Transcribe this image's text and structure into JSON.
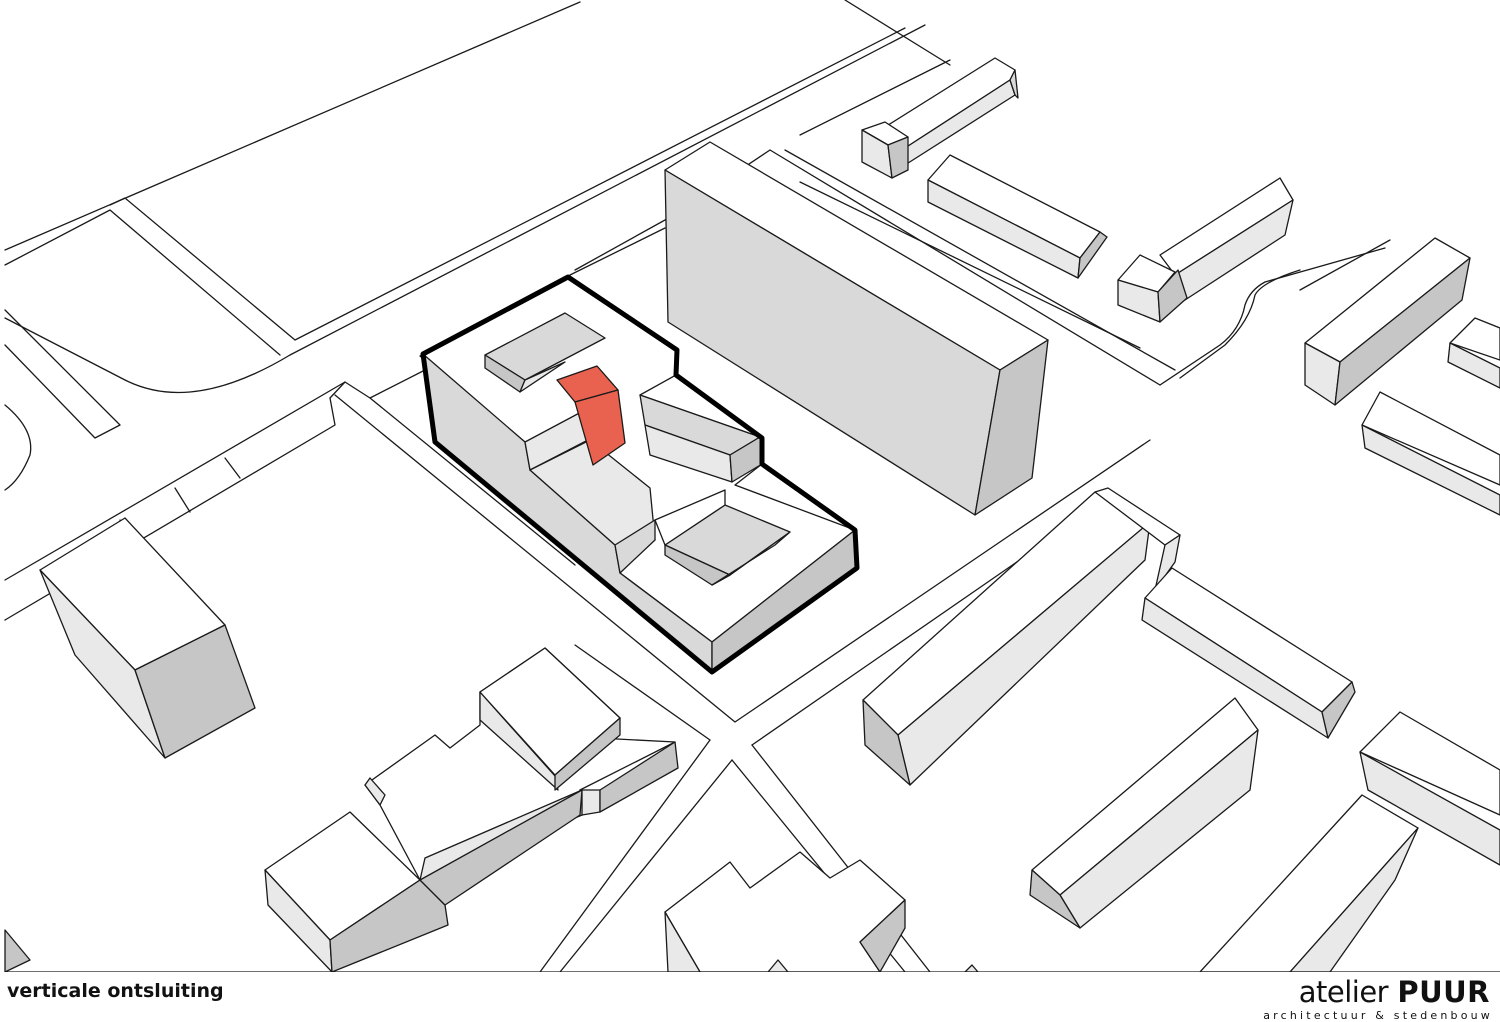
{
  "caption": "verticale ontsluiting",
  "logo": {
    "name_light": "atelier",
    "name_bold": "PUUR",
    "tagline": "architectuur & stedenbouw"
  },
  "colors": {
    "accent": "#e8624f",
    "outline": "#000000"
  }
}
